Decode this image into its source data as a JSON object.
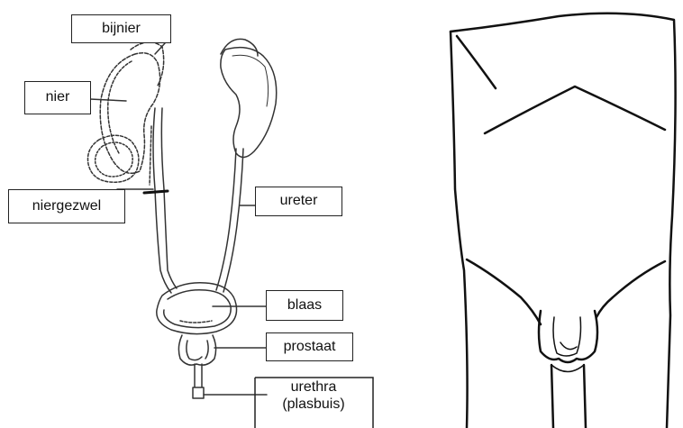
{
  "labels": {
    "adrenal": "bijnier",
    "kidney": "nier",
    "tumor": "niergezwel",
    "ureter": "ureter",
    "bladder": "blaas",
    "prostate": "prostaat",
    "urethra_line1": "urethra",
    "urethra_line2": "(plasbuis)"
  },
  "icons": {
    "left_figure": "urinary-tract-diagram",
    "right_figure": "torso-outline-with-incision"
  }
}
